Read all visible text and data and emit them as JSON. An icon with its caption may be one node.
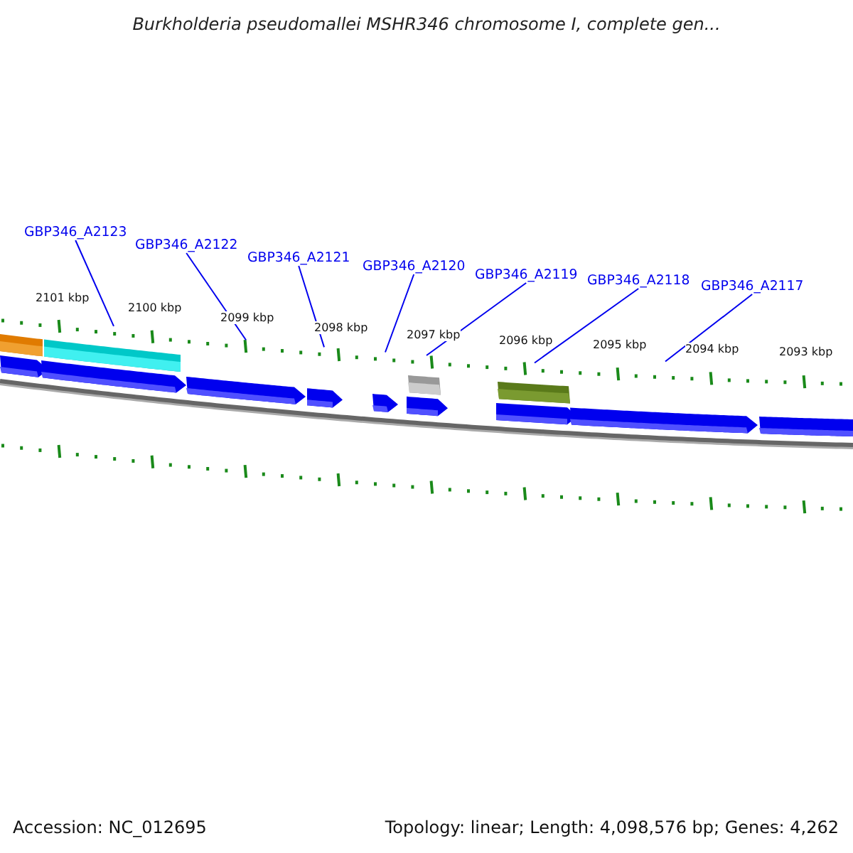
{
  "diagram": {
    "title": "Burkholderia pseudomallei MSHR346 chromosome I, complete gen...",
    "nodes": [
      {
        "text": [
          "GBP346_A2123"
        ]
      },
      {
        "text": [
          "GBP346_A2122"
        ]
      },
      {
        "text": [
          "GBP346_A2121"
        ]
      },
      {
        "text": [
          "GBP346_A2120"
        ]
      },
      {
        "text": [
          "GBP346_A2119"
        ]
      },
      {
        "text": [
          "GBP346_A2118"
        ]
      },
      {
        "text": [
          "GBP346_A2117"
        ]
      }
    ],
    "edges": [
      {
        "from": 0,
        "to": null,
        "arrow": "none"
      },
      {
        "from": 1,
        "to": null,
        "arrow": "none"
      },
      {
        "from": 2,
        "to": null,
        "arrow": "none"
      },
      {
        "from": 3,
        "to": null,
        "arrow": "none"
      },
      {
        "from": 4,
        "to": null,
        "arrow": "none"
      },
      {
        "from": 5,
        "to": null,
        "arrow": "none"
      },
      {
        "from": 6,
        "to": null,
        "arrow": "none"
      }
    ],
    "labels": [
      "2101 kbp",
      "2100 kbp",
      "2099 kbp",
      "2098 kbp",
      "2097 kbp",
      "2096 kbp",
      "2095 kbp",
      "2094 kbp",
      "2093 kbp",
      "Accession: NC_012695",
      "Topology: linear; Length: 4,098,576 bp; Genes: 4,262"
    ]
  }
}
